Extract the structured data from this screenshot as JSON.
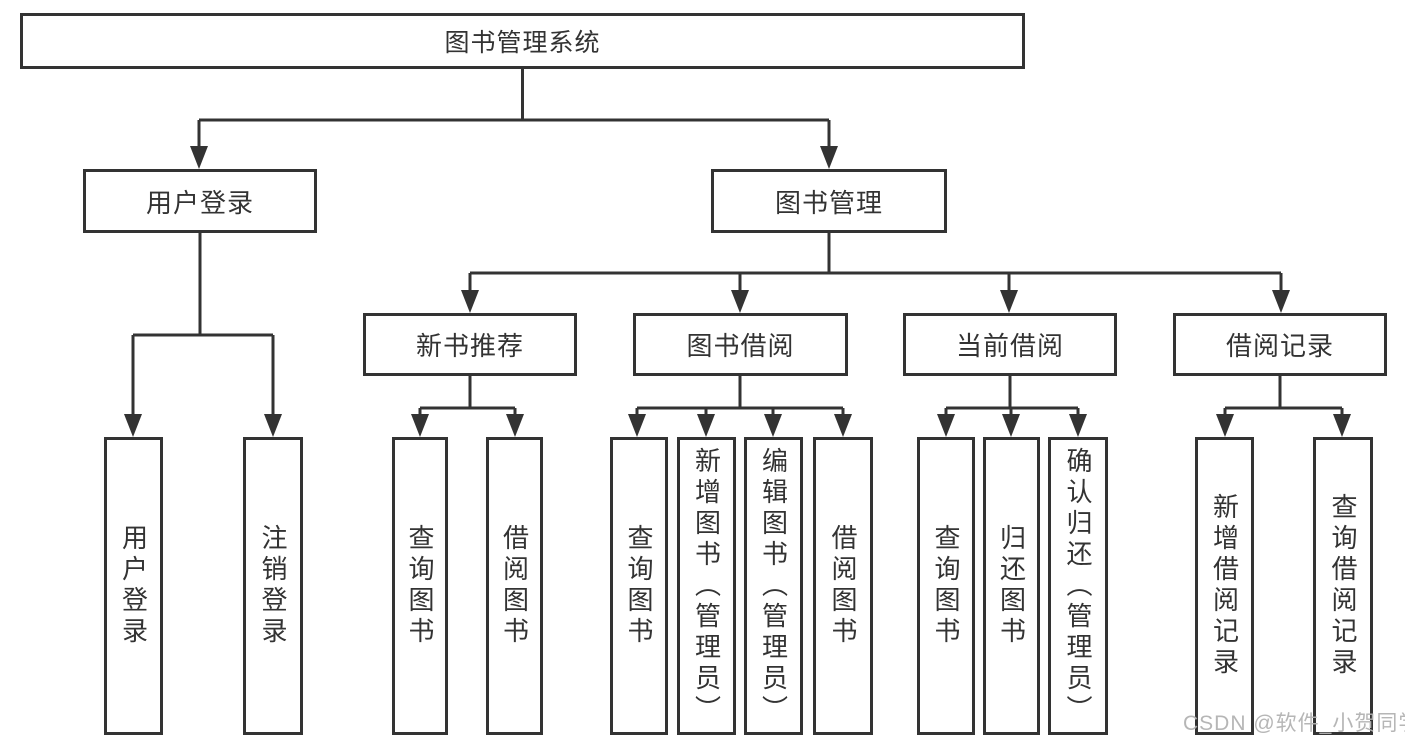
{
  "tree": {
    "root": "图书管理系统",
    "user_login": {
      "label": "用户登录",
      "children": [
        "用户登录",
        "注销登录"
      ]
    },
    "book_mgmt": {
      "label": "图书管理",
      "sections": {
        "new_book_rec": {
          "label": "新书推荐",
          "children": [
            "查询图书",
            "借阅图书"
          ]
        },
        "book_borrow": {
          "label": "图书借阅",
          "children": [
            "查询图书",
            "新增图书（管理员）",
            "编辑图书（管理员）",
            "借阅图书"
          ]
        },
        "current_borrow": {
          "label": "当前借阅",
          "children": [
            "查询图书",
            "归还图书",
            "确认归还（管理员）"
          ]
        },
        "borrow_record": {
          "label": "借阅记录",
          "children": [
            "新增借阅记录",
            "查询借阅记录"
          ]
        }
      }
    }
  },
  "watermark": "CSDN @软件_小贺同学",
  "colors": {
    "line": "#333333",
    "text": "#333333",
    "background": "#ffffff",
    "watermark": "#b2b2b2"
  }
}
